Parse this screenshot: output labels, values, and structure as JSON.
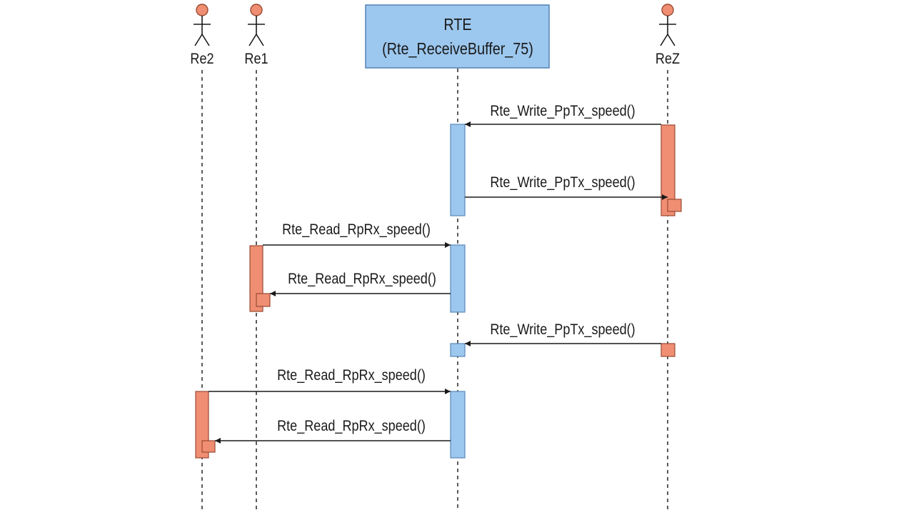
{
  "diagram": {
    "type": "sequence-diagram",
    "participants": [
      {
        "id": "re2",
        "name": "Re2",
        "kind": "actor"
      },
      {
        "id": "re1",
        "name": "Re1",
        "kind": "actor"
      },
      {
        "id": "rte",
        "name": "RTE",
        "subtitle": "(Rte_ReceiveBuffer_75)",
        "kind": "box"
      },
      {
        "id": "rez",
        "name": "ReZ",
        "kind": "actor"
      }
    ],
    "messages": [
      {
        "label": "Rte_Write_PpTx_speed()",
        "from": "rez",
        "to": "rte"
      },
      {
        "label": "Rte_Write_PpTx_speed()",
        "from": "rte",
        "to": "rez",
        "kind": "return"
      },
      {
        "label": "Rte_Read_RpRx_speed()",
        "from": "re1",
        "to": "rte"
      },
      {
        "label": "Rte_Read_RpRx_speed()",
        "from": "rte",
        "to": "re1",
        "kind": "return"
      },
      {
        "label": "Rte_Write_PpTx_speed()",
        "from": "rez",
        "to": "rte"
      },
      {
        "label": "Rte_Read_RpRx_speed()",
        "from": "re2",
        "to": "rte"
      },
      {
        "label": "Rte_Read_RpRx_speed()",
        "from": "rte",
        "to": "re2",
        "kind": "return"
      }
    ],
    "colors": {
      "actor_and_caller_activation": "#ef8e72",
      "rte_and_rte_activation": "#9cc7ee",
      "line": "#1a1a1a"
    }
  }
}
